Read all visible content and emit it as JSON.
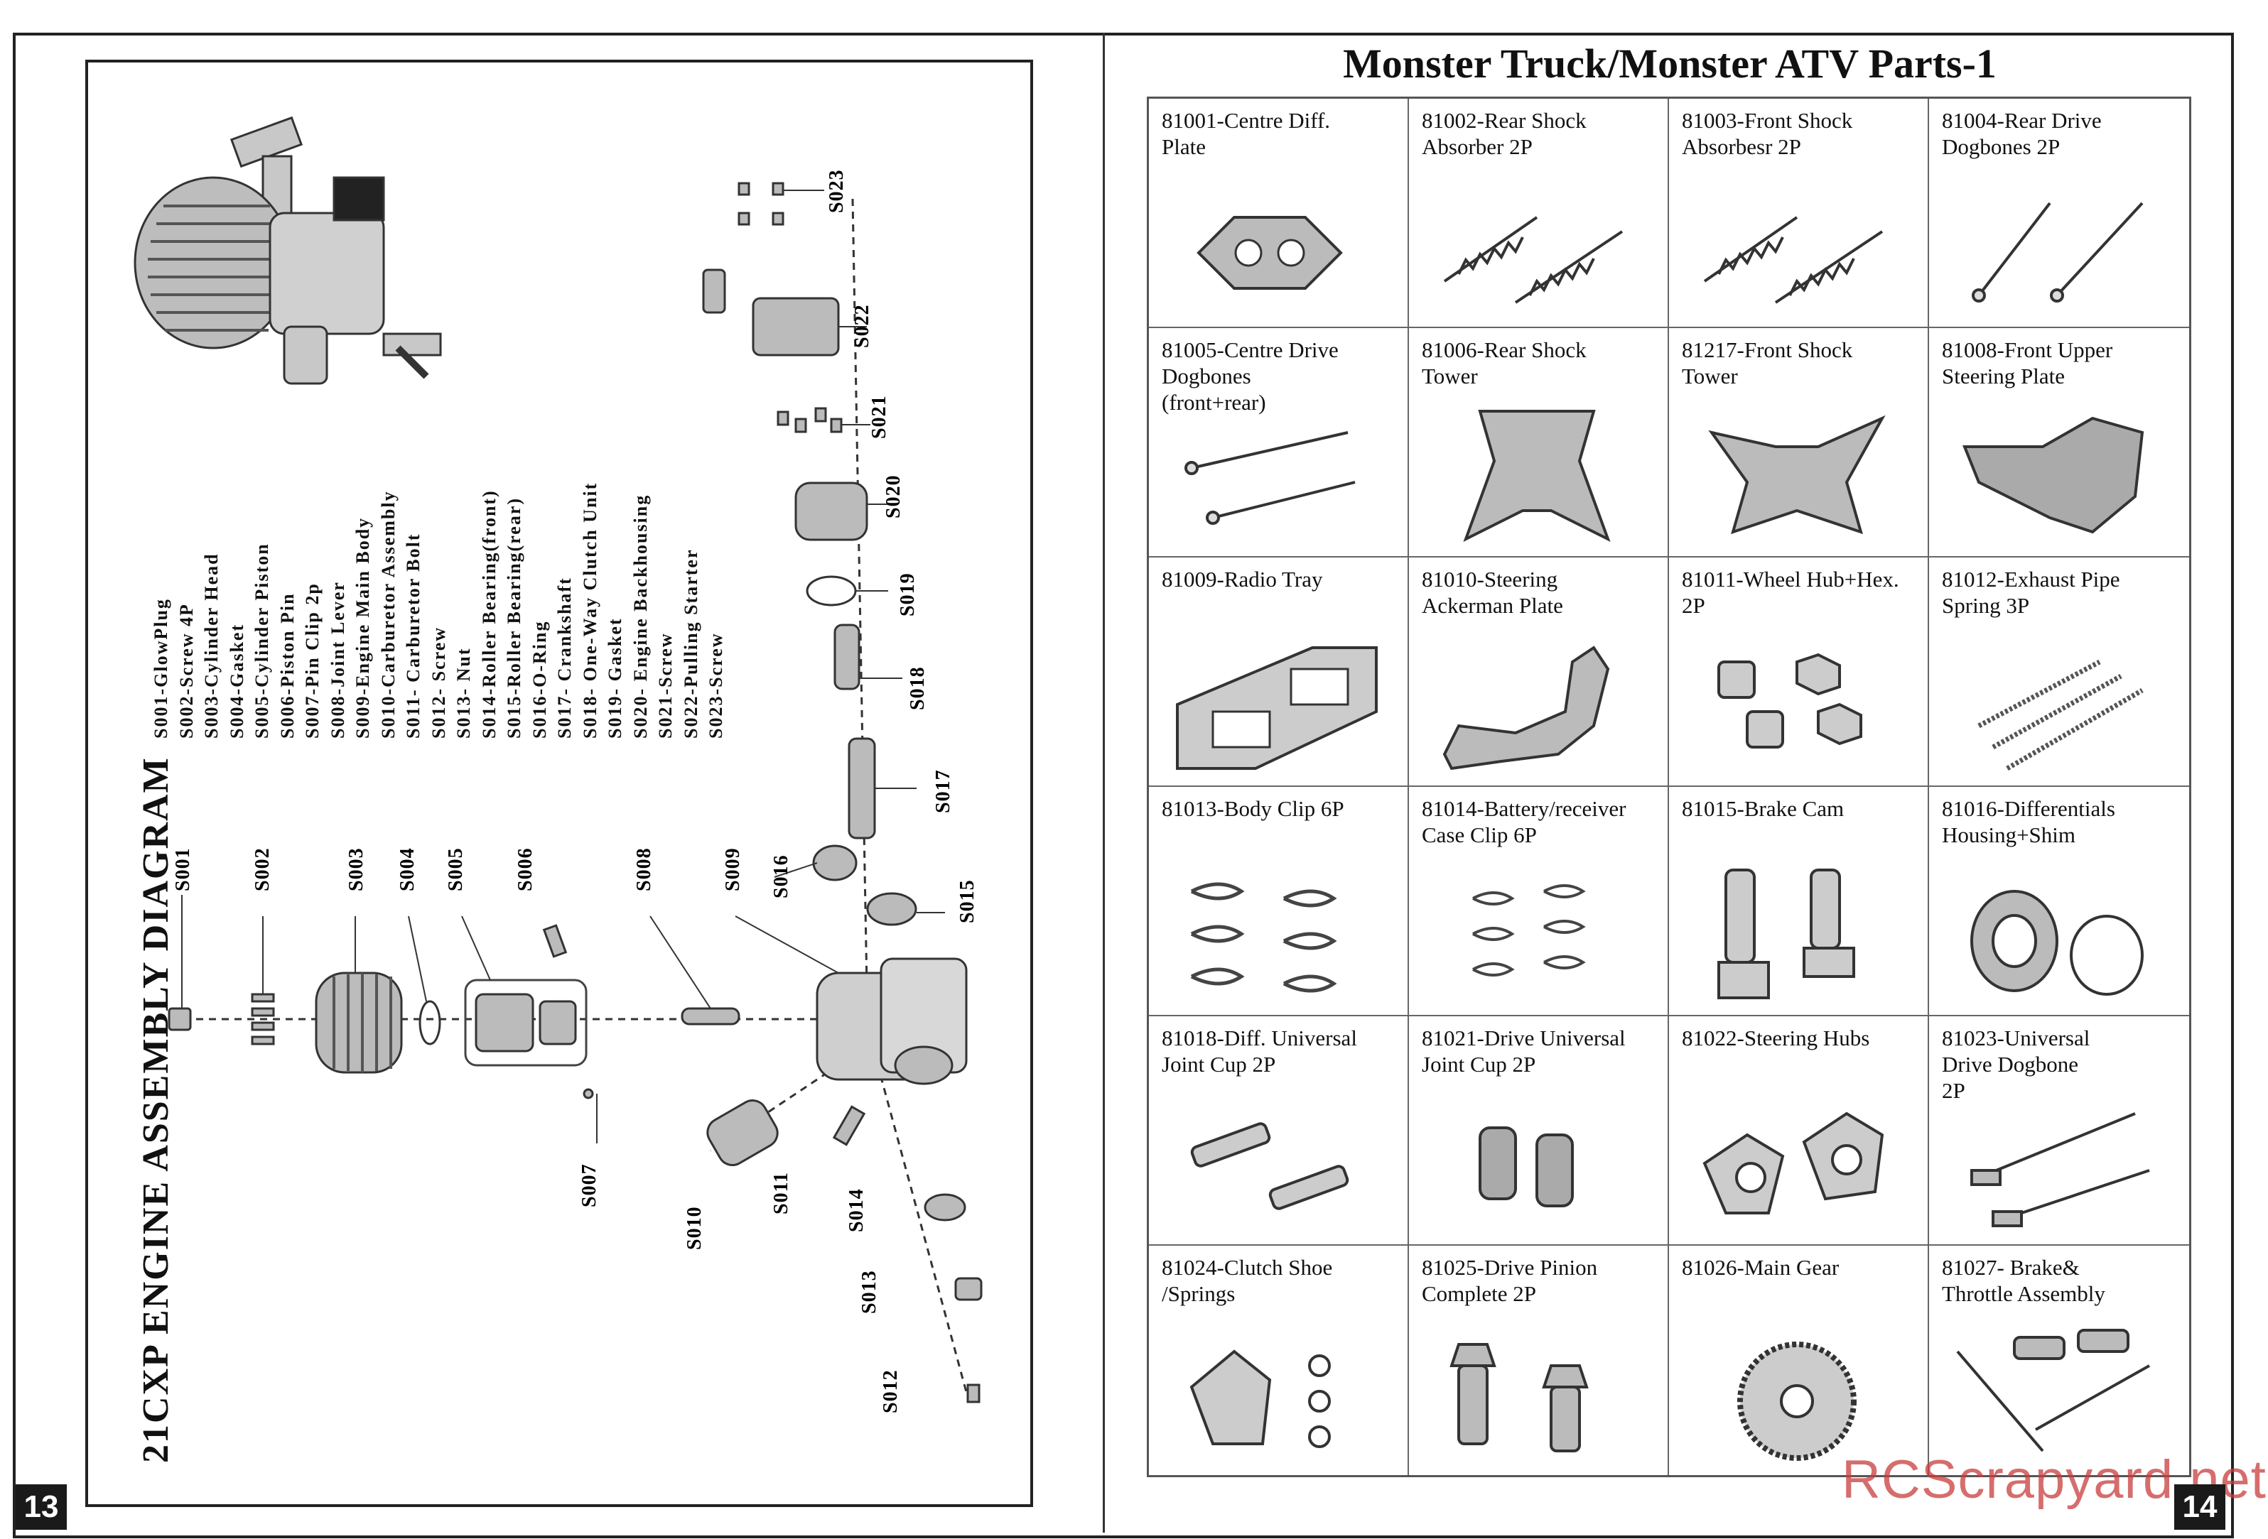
{
  "left_page": {
    "title": "21CXP ENGINE ASSEMBLY DIAGRAM",
    "page_number": "13",
    "legend": [
      "S001-GlowPlug",
      "S002-Screw 4P",
      "S003-Cylinder Head",
      "S004-Gasket",
      "S005-Cylinder Piston",
      "S006-Piston Pin",
      "S007-Pin Clip 2p",
      "S008-Joint Lever",
      "S009-Engine Main Body",
      "S010-Carburetor Assembly",
      "S011- Carburetor Bolt",
      "S012- Screw",
      "S013- Nut",
      "S014-Roller Bearing(front)",
      "S015-Roller Bearing(rear)",
      "S016-O-Ring",
      "S017- Crankshaft",
      "S018- One-Way Clutch Unit",
      "S019-  Gasket",
      "S020- Engine Backhousing",
      "S021-Screw",
      "S022-Pulling Starter",
      "S023-Screw"
    ],
    "part_labels": [
      "S001",
      "S002",
      "S003",
      "S004",
      "S005",
      "S006",
      "S007",
      "S008",
      "S009",
      "S010",
      "S011",
      "S012",
      "S013",
      "S014",
      "S015",
      "S016",
      "S017",
      "S018",
      "S019",
      "S020",
      "S021",
      "S022",
      "S023"
    ]
  },
  "right_page": {
    "title": "Monster Truck/Monster ATV Parts-1",
    "page_number": "14",
    "watermark": "RCScrapyard.net",
    "parts": [
      {
        "label": "81001-Centre Diff.\n        Plate",
        "icon": "plate-icon"
      },
      {
        "label": "81002-Rear Shock\n          Absorber    2P",
        "icon": "shock-icon"
      },
      {
        "label": "81003-Front Shock\n          Absorbesr    2P",
        "icon": "shock-icon"
      },
      {
        "label": "81004-Rear Drive\n         Dogbones     2P",
        "icon": "dogbone-icon"
      },
      {
        "label": "81005-Centre Drive\n        Dogbones\n        (front+rear)",
        "icon": "dogbone-icon"
      },
      {
        "label": "81006-Rear Shock\n             Tower",
        "icon": "tower-icon"
      },
      {
        "label": "81217-Front Shock\n              Tower",
        "icon": "tower-icon"
      },
      {
        "label": "81008-Front Upper\n         Steering Plate",
        "icon": "steering-plate-icon"
      },
      {
        "label": "81009-Radio Tray",
        "icon": "tray-icon"
      },
      {
        "label": "81010-Steering\n          Ackerman Plate",
        "icon": "ackerman-icon"
      },
      {
        "label": "81011-Wheel  Hub+Hex.\n                          2P",
        "icon": "hex-hub-icon"
      },
      {
        "label": "81012-Exhaust Pipe\n          Spring           3P",
        "icon": "spring-icon"
      },
      {
        "label": "81013-Body Clip       6P",
        "icon": "clip-icon"
      },
      {
        "label": "81014-Battery/receiver\n           Case Clip     6P",
        "icon": "clip-icon"
      },
      {
        "label": "81015-Brake Cam",
        "icon": "brake-cam-icon"
      },
      {
        "label": "81016-Differentials\n          Housing+Shim",
        "icon": "diff-housing-icon"
      },
      {
        "label": "81018-Diff. Universal\n        Joint Cup      2P",
        "icon": "joint-cup-icon"
      },
      {
        "label": "81021-Drive Universal\n         Joint Cup      2P",
        "icon": "joint-cup-icon"
      },
      {
        "label": "81022-Steering Hubs",
        "icon": "steering-hub-icon"
      },
      {
        "label": "81023-Universal\n         Drive Dogbone\n                        2P",
        "icon": "universal-dogbone-icon"
      },
      {
        "label": "81024-Clutch Shoe\n       /Springs",
        "icon": "clutch-shoe-icon"
      },
      {
        "label": "81025-Drive Pinion\n         Complete      2P",
        "icon": "pinion-icon"
      },
      {
        "label": "81026-Main Gear",
        "icon": "main-gear-icon"
      },
      {
        "label": "81027- Brake&\n     Throttle Assembly",
        "icon": "brake-throttle-icon"
      }
    ]
  }
}
